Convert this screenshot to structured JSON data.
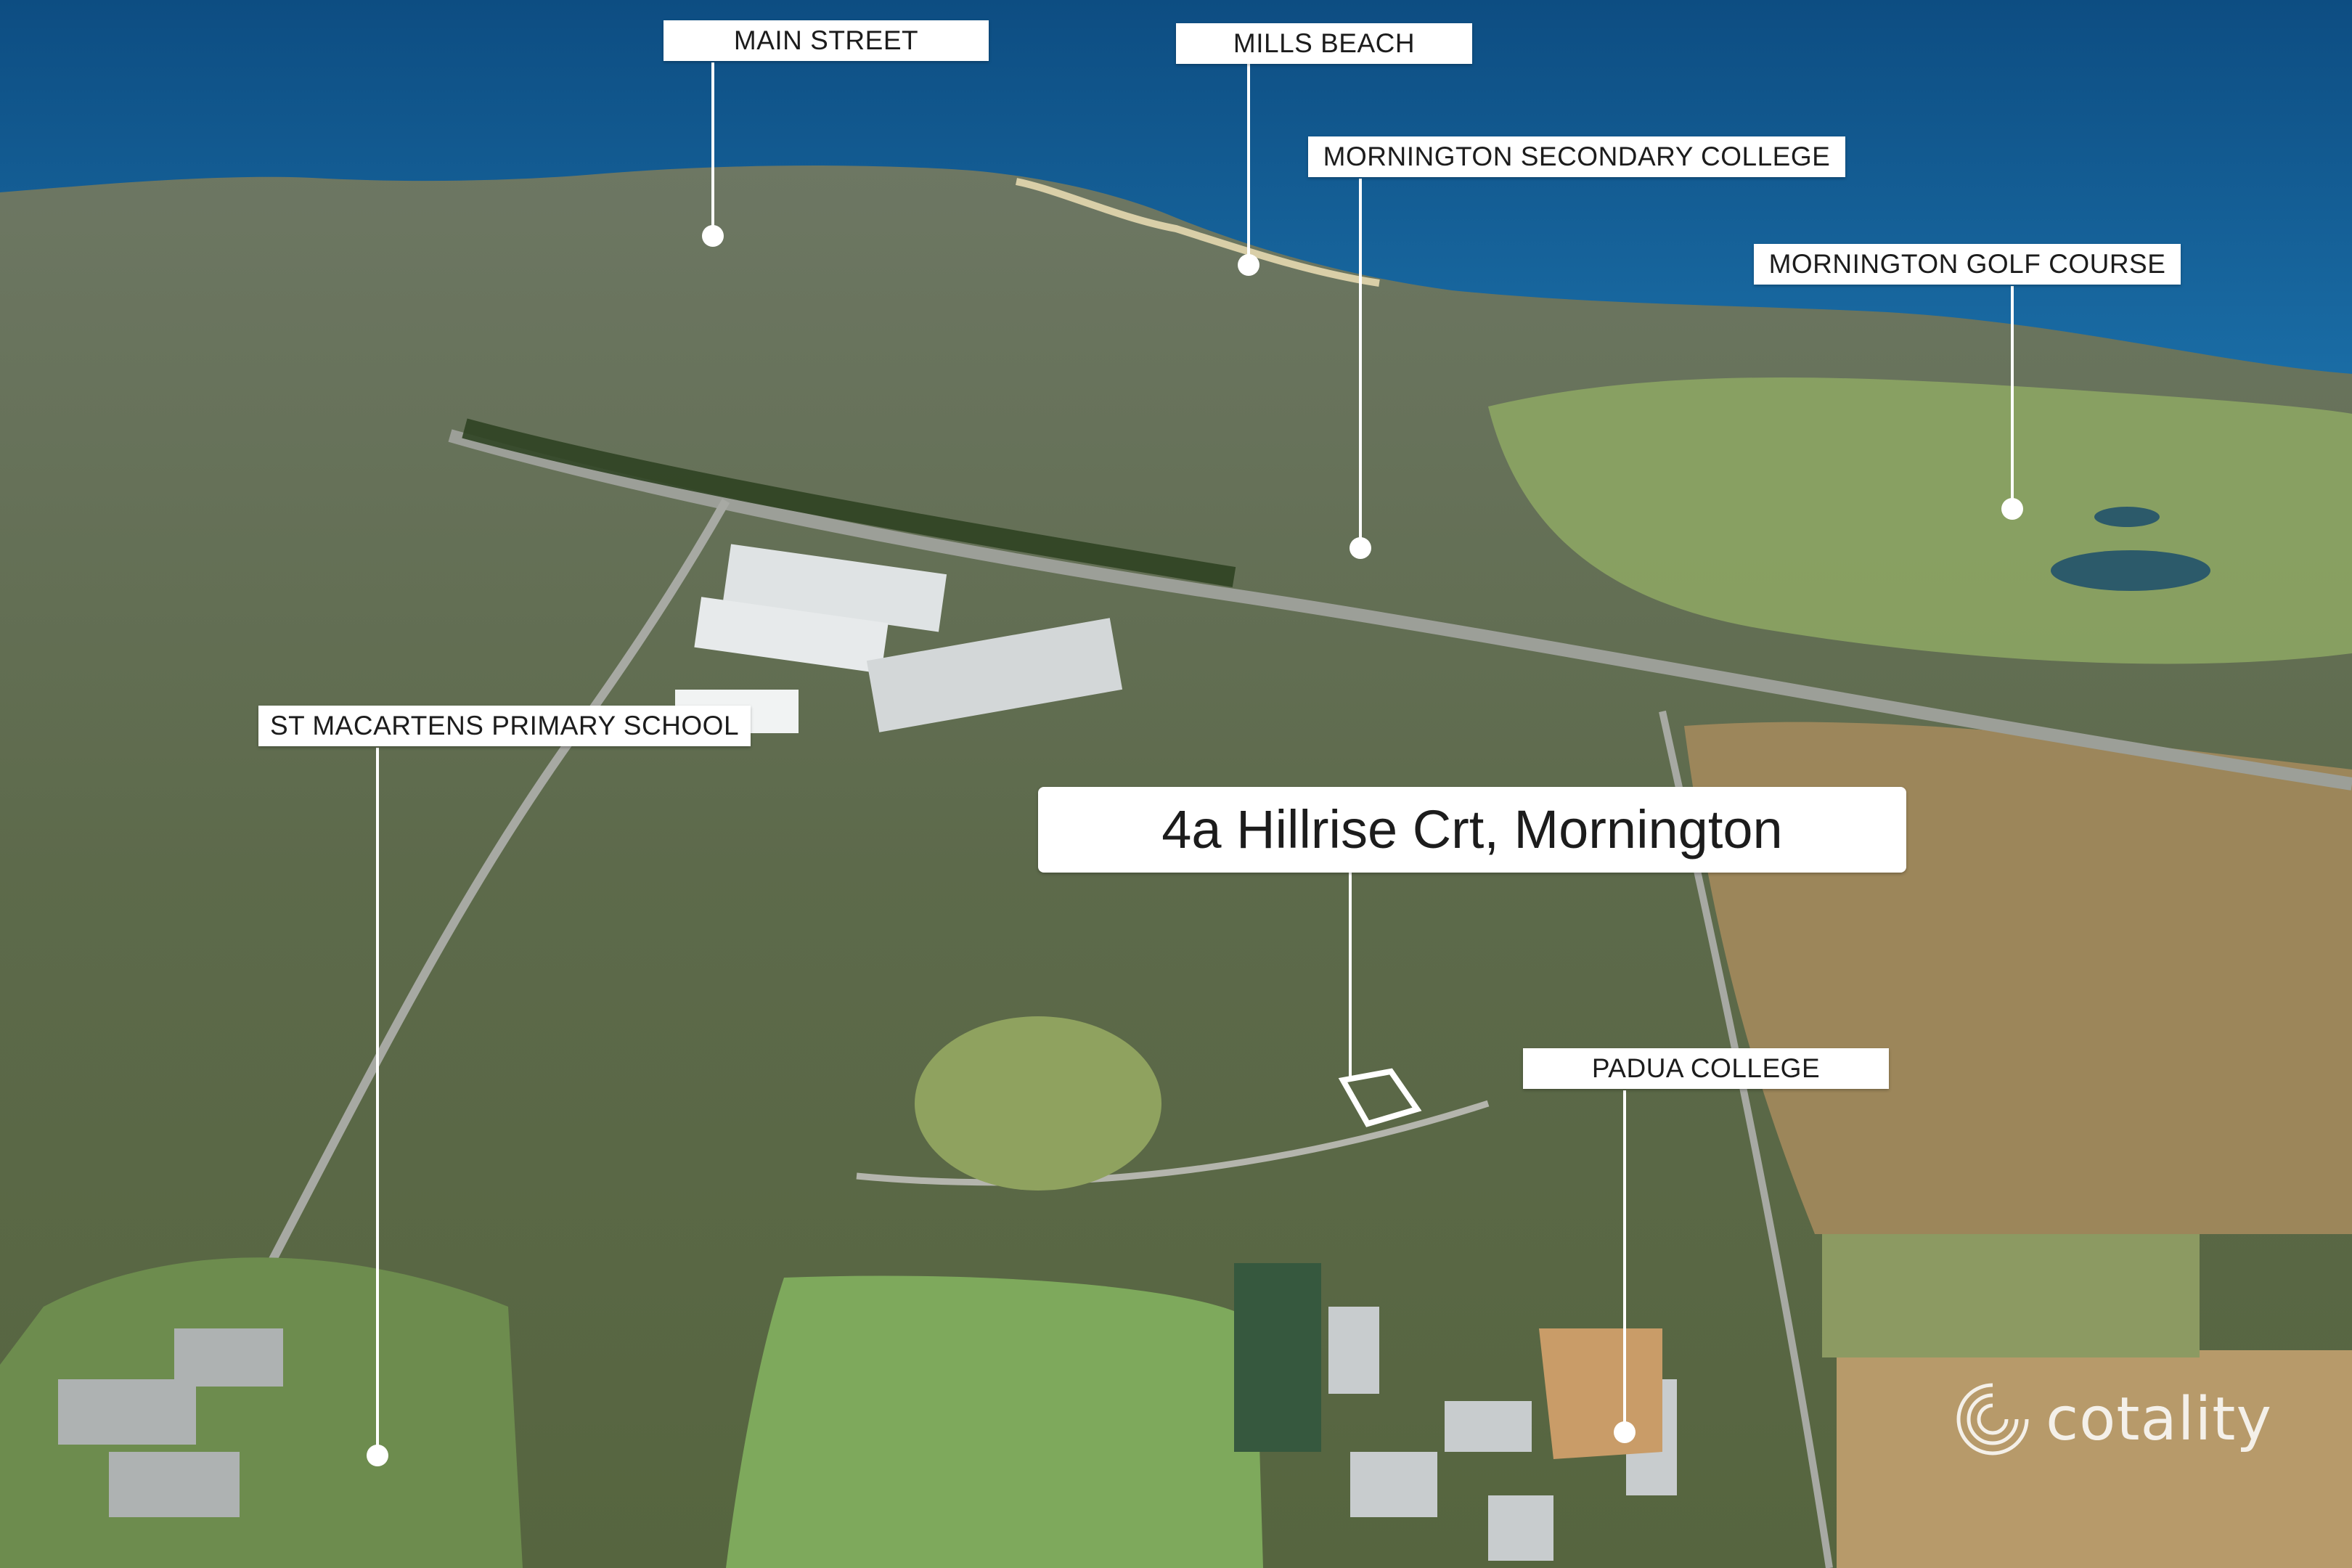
{
  "map": {
    "colors": {
      "sea": "#13609a",
      "deep_sea": "#0d4d82",
      "suburb": "#5d6a4b",
      "paddock": "#a38a5c",
      "golf": "#8ea864",
      "oval": "#7ea95c"
    }
  },
  "labels": {
    "main_street": "MAIN STREET",
    "mills_beach": "MILLS BEACH",
    "mornington_secondary_college": "MORNINGTON SECONDARY COLLEGE",
    "mornington_golf_course": "MORNINGTON GOLF COURSE",
    "st_macartens_primary_school": "ST MACARTENS PRIMARY SCHOOL",
    "subject_property": "4a Hillrise Crt, Mornington",
    "padua_college": "PADUA COLLEGE"
  },
  "watermark": {
    "text": "cotality",
    "icon": "cotality-logo-icon"
  }
}
